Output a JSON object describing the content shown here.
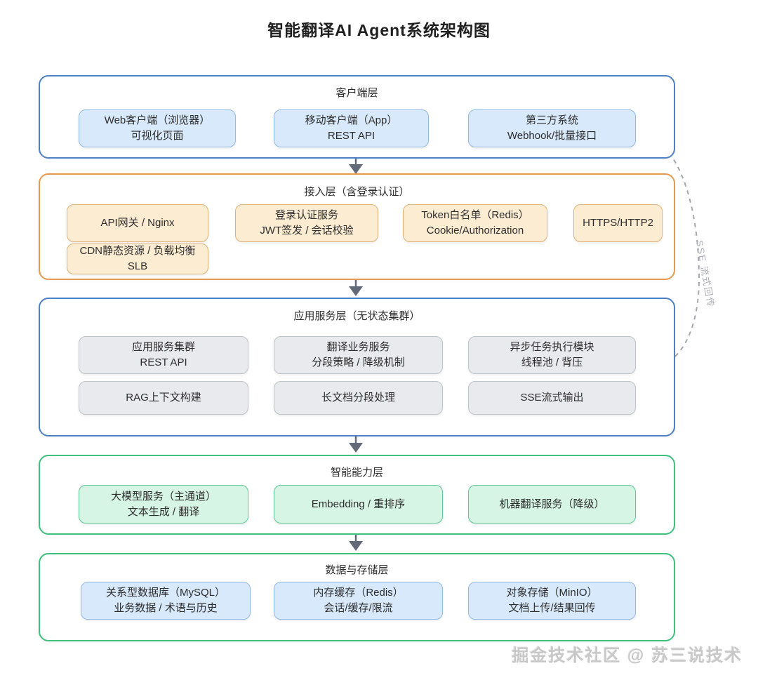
{
  "title": "智能翻译AI Agent系统架构图",
  "watermark": "掘金技术社区 @ 苏三说技术",
  "sse_label": "SSE 流式回传",
  "colors": {
    "client_layer_border": "#4d80c4",
    "access_layer_border": "#e79a4f",
    "app_layer_border": "#4d80c4",
    "ai_layer_border": "#3fc07d",
    "data_layer_border": "#3fc07d",
    "blue_node_fill": "#d7e9fa",
    "orange_node_fill": "#fcecd2",
    "gray_node_fill": "#e9eaee",
    "green_node_fill": "#d6f5e4",
    "arrow_color": "#616a76",
    "dashed_line_color": "#a3a7ae"
  },
  "layers": [
    {
      "name": "客户端层",
      "boxes": [
        {
          "line1": "Web客户端（浏览器）",
          "line2": "可视化页面"
        },
        {
          "line1": "移动客户端（App）",
          "line2": "REST API"
        },
        {
          "line1": "第三方系统",
          "line2": "Webhook/批量接口"
        }
      ]
    },
    {
      "name": "接入层（含登录认证）",
      "boxes": [
        {
          "line1": "API网关 / Nginx"
        },
        {
          "line1": "登录认证服务",
          "line2": "JWT签发 / 会话校验"
        },
        {
          "line1": "Token白名单（Redis）",
          "line2": "Cookie/Authorization"
        },
        {
          "line1": "HTTPS/HTTP2"
        },
        {
          "line1": "CDN静态资源 / 负载均衡SLB"
        }
      ]
    },
    {
      "name": "应用服务层（无状态集群）",
      "boxes": [
        {
          "line1": "应用服务集群",
          "line2": "REST API"
        },
        {
          "line1": "翻译业务服务",
          "line2": "分段策略 / 降级机制"
        },
        {
          "line1": "异步任务执行模块",
          "line2": "线程池 / 背压"
        },
        {
          "line1": "RAG上下文构建"
        },
        {
          "line1": "长文档分段处理"
        },
        {
          "line1": "SSE流式输出"
        }
      ]
    },
    {
      "name": "智能能力层",
      "boxes": [
        {
          "line1": "大模型服务（主通道）",
          "line2": "文本生成 / 翻译"
        },
        {
          "line1": "Embedding / 重排序"
        },
        {
          "line1": "机器翻译服务（降级）"
        }
      ]
    },
    {
      "name": "数据与存储层",
      "boxes": [
        {
          "line1": "关系型数据库（MySQL）",
          "line2": "业务数据 / 术语与历史"
        },
        {
          "line1": "内存缓存（Redis）",
          "line2": "会话/缓存/限流"
        },
        {
          "line1": "对象存储（MinIO）",
          "line2": "文档上传/结果回传"
        }
      ]
    }
  ]
}
